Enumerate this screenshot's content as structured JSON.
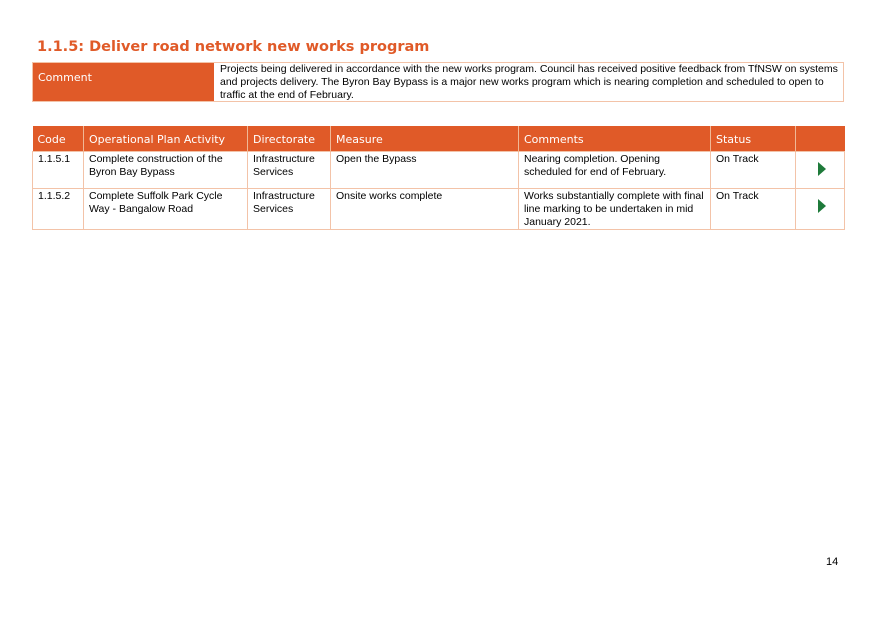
{
  "section": {
    "heading": "1.1.5: Deliver road network new works program"
  },
  "comment": {
    "label": "Comment",
    "text": "Projects being delivered in accordance with the new works program. Council has received positive feedback from TfNSW on systems and projects delivery. The Byron Bay Bypass is a major new works program which is nearing completion and scheduled to open to traffic at the end of February."
  },
  "table": {
    "headers": [
      "Code",
      "Operational Plan Activity",
      "Directorate",
      "Measure",
      "Comments",
      "Status",
      ""
    ],
    "rows": [
      {
        "code": "1.1.5.1",
        "activity": "Complete construction of the Byron Bay Bypass",
        "directorate": "Infrastructure Services",
        "measure": "Open the Bypass",
        "comments": "Nearing completion. Opening scheduled for end of February.",
        "status": "On Track",
        "status_icon": "green-right-arrow-icon"
      },
      {
        "code": "1.1.5.2",
        "activity": "Complete Suffolk Park Cycle Way - Bangalow Road",
        "directorate": "Infrastructure Services",
        "measure": "Onsite works complete",
        "comments": "Works substantially complete with final line marking to be undertaken in mid January 2021.",
        "status": "On Track",
        "status_icon": "green-right-arrow-icon"
      }
    ]
  },
  "page": {
    "number": "14"
  },
  "colors": {
    "accent": "#e05a28",
    "border": "#f3c3a8",
    "status_green": "#1e7a3a"
  }
}
